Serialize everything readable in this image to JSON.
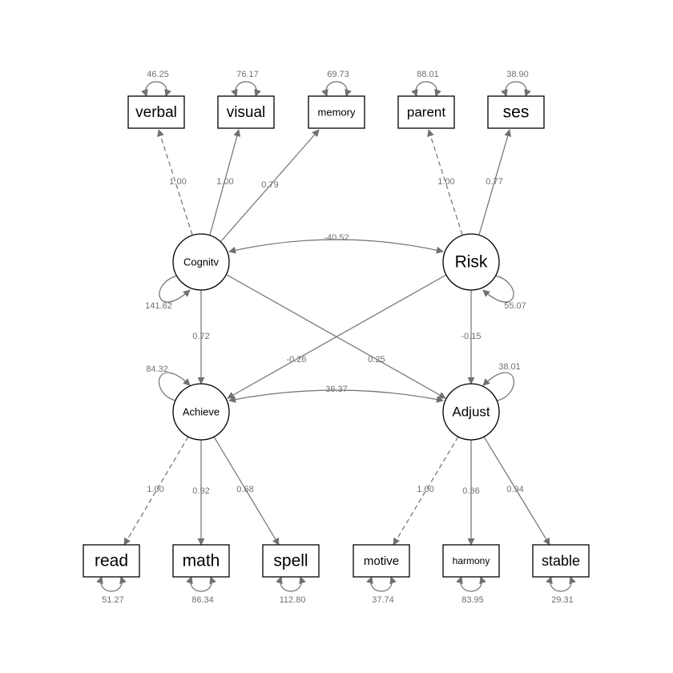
{
  "nodes": {
    "verbal": "verbal",
    "visual": "visual",
    "memory": "memory",
    "parent": "parent",
    "ses": "ses",
    "read": "read",
    "math": "math",
    "spell": "spell",
    "motive": "motive",
    "harmony": "harmony",
    "stable": "stable",
    "cognitv": "Cognitv",
    "risk": "Risk",
    "achieve": "Achieve",
    "adjust": "Adjust"
  },
  "loadings": {
    "cog_verbal": "1.00",
    "cog_visual": "1.00",
    "cog_memory": "0.79",
    "risk_parent": "1.00",
    "risk_ses": "0.77",
    "ach_read": "1.00",
    "ach_math": "0.92",
    "ach_spell": "0.68",
    "adj_motive": "1.00",
    "adj_harmony": "0.86",
    "adj_stable": "0.94"
  },
  "paths": {
    "cog_ach": "0.72",
    "cog_adj": "0.25",
    "risk_ach": "-0.26",
    "risk_adj": "-0.15"
  },
  "covariances": {
    "cog_risk": "-40.52",
    "ach_adj": "36.37"
  },
  "variances": {
    "cognitv": "141.62",
    "risk": "55.07",
    "achieve": "84.32",
    "adjust": "38.01",
    "verbal": "46.25",
    "visual": "76.17",
    "memory": "69.73",
    "parent": "88.01",
    "ses": "38.90",
    "read": "51.27",
    "math": "86.34",
    "spell": "112.80",
    "motive": "37.74",
    "harmony": "83.95",
    "stable": "29.31"
  },
  "colors": {
    "edge": "#707070"
  }
}
